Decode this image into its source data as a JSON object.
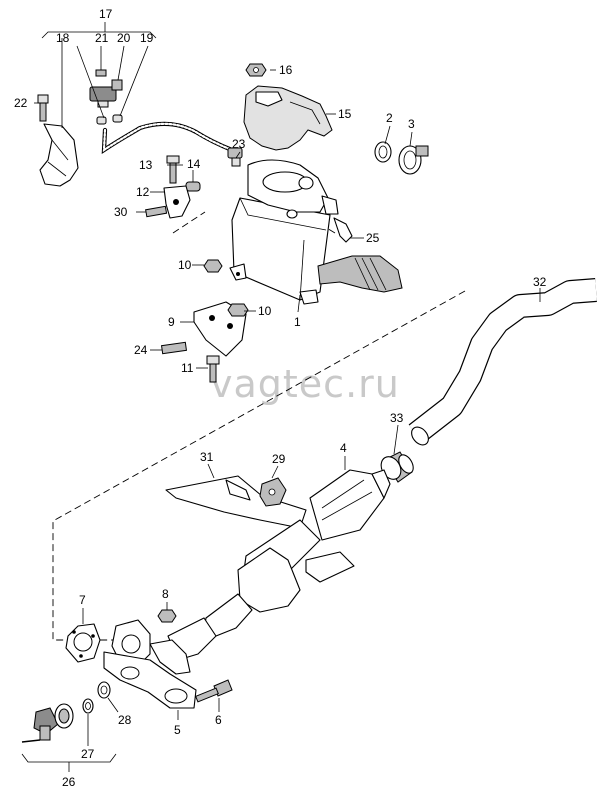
{
  "watermark": "vagtec.ru",
  "callouts": {
    "c1": "1",
    "c2": "2",
    "c3": "3",
    "c4": "4",
    "c5": "5",
    "c6": "6",
    "c7": "7",
    "c8": "8",
    "c9": "9",
    "c10a": "10",
    "c10b": "10",
    "c11": "11",
    "c12": "12",
    "c13": "13",
    "c14": "14",
    "c15": "15",
    "c16": "16",
    "c17": "17",
    "c18": "18",
    "c19": "19",
    "c20": "20",
    "c21": "21",
    "c22": "22",
    "c23": "23",
    "c24": "24",
    "c25": "25",
    "c26": "26",
    "c27": "27",
    "c28": "28",
    "c29": "29",
    "c30": "30",
    "c31": "31",
    "c32": "32",
    "c33": "33"
  }
}
